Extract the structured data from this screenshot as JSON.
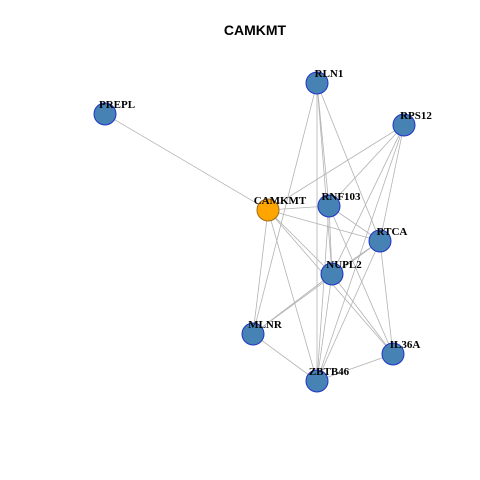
{
  "diagram": {
    "title": "CAMKMT",
    "colors": {
      "edge": "#b3b3b3",
      "node_fill": "#4682b4",
      "node_border": "#1f33c8",
      "focus_fill": "#ffa500",
      "focus_border": "#a06a1a"
    },
    "nodes": [
      {
        "id": "CAMKMT",
        "label": "CAMKMT",
        "focus": true
      },
      {
        "id": "PREPL",
        "label": "PREPL",
        "focus": false
      },
      {
        "id": "RLN1",
        "label": "RLN1",
        "focus": false
      },
      {
        "id": "RPS12",
        "label": "RPS12",
        "focus": false
      },
      {
        "id": "RNF103",
        "label": "RNF103",
        "focus": false
      },
      {
        "id": "RTCA",
        "label": "RTCA",
        "focus": false
      },
      {
        "id": "NUPL2",
        "label": "NUPL2",
        "focus": false
      },
      {
        "id": "MLNR",
        "label": "MLNR",
        "focus": false
      },
      {
        "id": "IL36A",
        "label": "IL36A",
        "focus": false
      },
      {
        "id": "ZBTB46",
        "label": "ZBTB46",
        "focus": false
      }
    ],
    "edges": [
      [
        "PREPL",
        "CAMKMT"
      ],
      [
        "CAMKMT",
        "RNF103"
      ],
      [
        "CAMKMT",
        "RTCA"
      ],
      [
        "CAMKMT",
        "NUPL2"
      ],
      [
        "CAMKMT",
        "MLNR"
      ],
      [
        "CAMKMT",
        "IL36A"
      ],
      [
        "CAMKMT",
        "ZBTB46"
      ],
      [
        "CAMKMT",
        "RPS12"
      ],
      [
        "RLN1",
        "RNF103"
      ],
      [
        "RLN1",
        "RTCA"
      ],
      [
        "RLN1",
        "NUPL2"
      ],
      [
        "RLN1",
        "ZBTB46"
      ],
      [
        "RLN1",
        "MLNR"
      ],
      [
        "RPS12",
        "RNF103"
      ],
      [
        "RPS12",
        "RTCA"
      ],
      [
        "RPS12",
        "NUPL2"
      ],
      [
        "RPS12",
        "ZBTB46"
      ],
      [
        "RNF103",
        "RTCA"
      ],
      [
        "RNF103",
        "NUPL2"
      ],
      [
        "RNF103",
        "ZBTB46"
      ],
      [
        "RNF103",
        "IL36A"
      ],
      [
        "RTCA",
        "NUPL2"
      ],
      [
        "RTCA",
        "MLNR"
      ],
      [
        "RTCA",
        "IL36A"
      ],
      [
        "RTCA",
        "ZBTB46"
      ],
      [
        "NUPL2",
        "MLNR"
      ],
      [
        "NUPL2",
        "IL36A"
      ],
      [
        "NUPL2",
        "ZBTB46"
      ],
      [
        "MLNR",
        "ZBTB46"
      ],
      [
        "IL36A",
        "ZBTB46"
      ]
    ]
  }
}
